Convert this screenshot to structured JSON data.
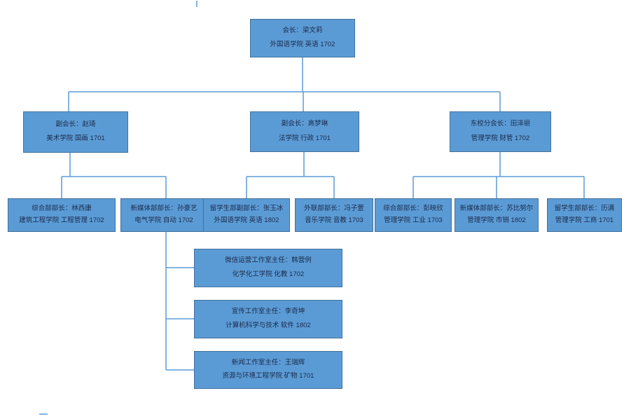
{
  "colors": {
    "box_fill": "#5b9bd5",
    "box_border": "#41719c",
    "connector": "#5b9bd5",
    "text": "#1b2a4a",
    "background": "#ffffff"
  },
  "nodes": {
    "president": {
      "line1": "会长：梁文莉",
      "line2": "外国语学院 英语 1702"
    },
    "vp_west": {
      "line1": "副会长：赵琦",
      "line2": "美术学院 国画 1701"
    },
    "vp_mid": {
      "line1": "副会长：高梦琳",
      "line2": "法学院 行政 1701"
    },
    "east_branch": {
      "line1": "东校分会长：田泽丽",
      "line2": "管理学院 财管 1702"
    },
    "dept_general_west": {
      "line1": "综合部部长：林西康",
      "line2": "建筑工程学院 工程管理 1702"
    },
    "dept_newmedia_west": {
      "line1": "新媒体部部长：孙豪艺",
      "line2": "电气学院 自动 1702"
    },
    "dept_intl_vice": {
      "line1": "留学生部副部长：张玉冰",
      "line2": "外国语学院 英语 1802"
    },
    "dept_outreach": {
      "line1": "外联部部长：冯子萱",
      "line2": "音乐学院 音教 1703"
    },
    "dept_general_east": {
      "line1": "综合部部长：彭映欣",
      "line2": "管理学院 工业 1703"
    },
    "dept_newmedia_east": {
      "line1": "新媒体部部长：苏比努尔",
      "line2": "管理学院 市销 1802"
    },
    "dept_intl_east": {
      "line1": "留学生部部长：历满",
      "line2": "管理学院 工商 1701"
    },
    "studio_wechat": {
      "line1": "微信运营工作室主任：韩营例",
      "line2": "化学化工学院 化教 1702"
    },
    "studio_publicity": {
      "line1": "宣传工作室主任：李奇坤",
      "line2": "计算机科学与技术 软件 1802"
    },
    "studio_news": {
      "line1": "新闻工作室主任：王瑞辉",
      "line2": "资源与环境工程学院 矿物 1701"
    }
  }
}
